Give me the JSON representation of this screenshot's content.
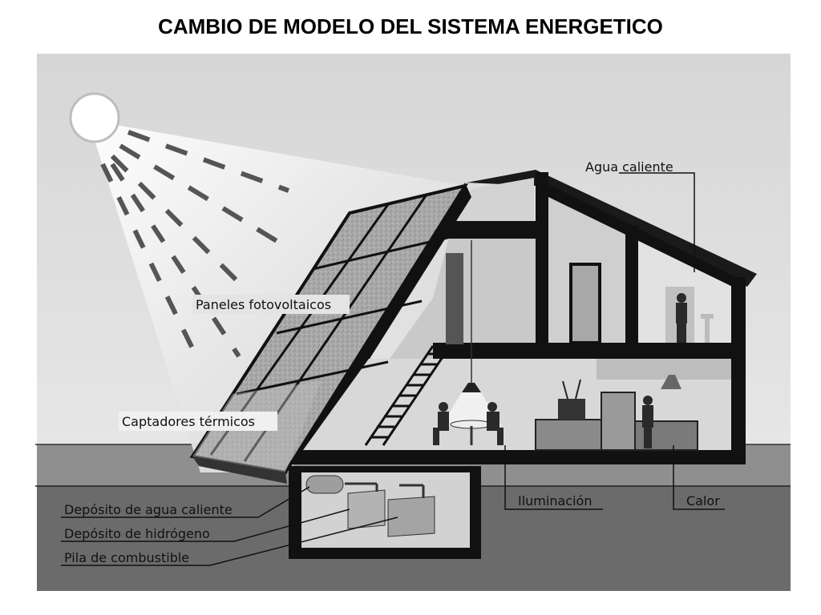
{
  "title": "CAMBIO DE MODELO DEL SISTEMA ENERGETICO",
  "labels": {
    "hot_water": "Agua caliente",
    "pv_panels": "Paneles fotovoltaicos",
    "thermal_collectors": "Captadores térmicos",
    "hot_water_tank": "Depósito de agua caliente",
    "hydrogen_tank": "Depósito de hidrógeno",
    "fuel_cell": "Pila de combustible",
    "lighting": "Iluminación",
    "heat": "Calor"
  }
}
